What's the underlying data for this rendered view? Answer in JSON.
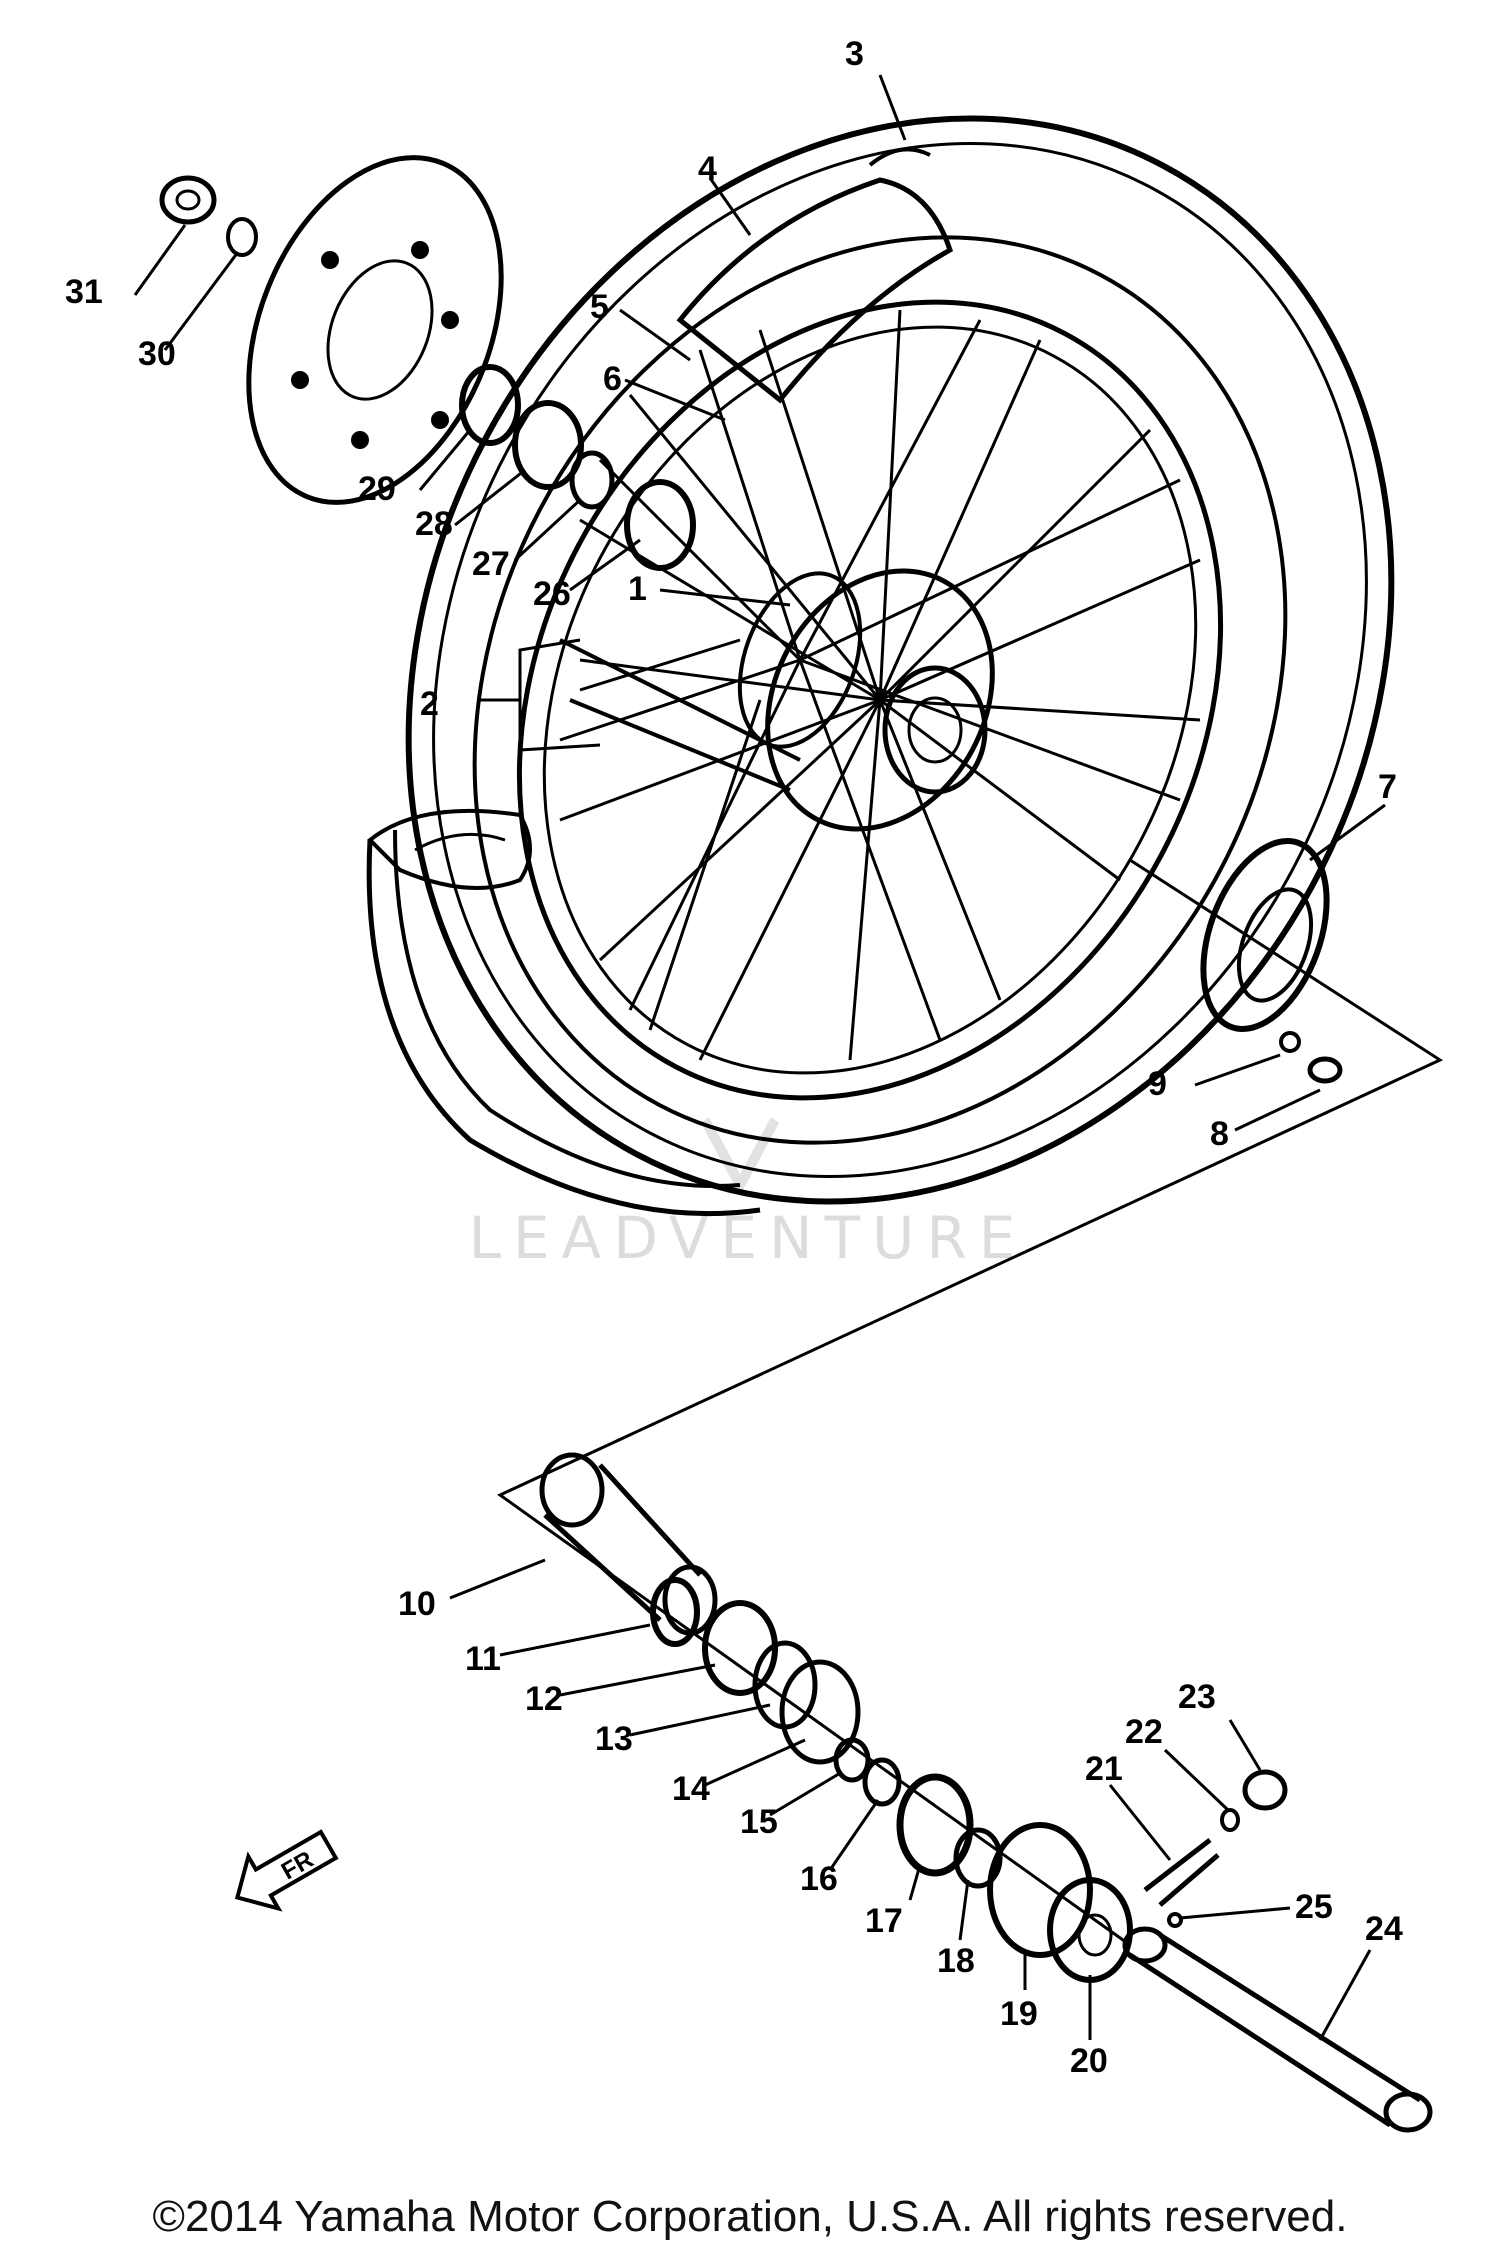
{
  "diagram": {
    "part_numbers": [
      "1",
      "2",
      "3",
      "4",
      "5",
      "6",
      "7",
      "8",
      "9",
      "10",
      "11",
      "12",
      "13",
      "14",
      "15",
      "16",
      "17",
      "18",
      "19",
      "20",
      "21",
      "22",
      "23",
      "24",
      "25",
      "26",
      "27",
      "28",
      "29",
      "30",
      "31"
    ],
    "watermark": "LEADVENTURE",
    "arrow_badge_text": "FR",
    "copyright": "©2014 Yamaha Motor Corporation, U.S.A. All rights reserved."
  }
}
